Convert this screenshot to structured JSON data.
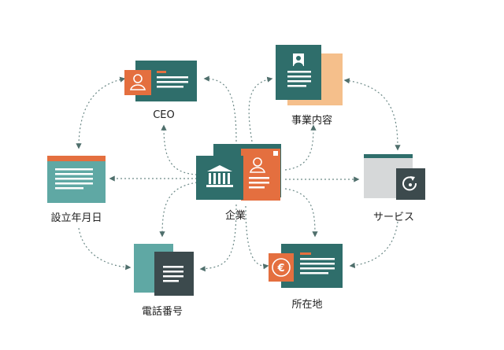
{
  "diagram": {
    "center": {
      "label": "企業"
    },
    "nodes": [
      {
        "id": "ceo",
        "label": "CEO",
        "icon": "profile-card-icon"
      },
      {
        "id": "business",
        "label": "事業内容",
        "icon": "profile-document-icon"
      },
      {
        "id": "founded",
        "label": "設立年月日",
        "icon": "document-lines-icon"
      },
      {
        "id": "services",
        "label": "サービス",
        "icon": "refresh-cycle-icon"
      },
      {
        "id": "phone",
        "label": "電話番号",
        "icon": "document-lines-icon"
      },
      {
        "id": "address",
        "label": "所在地",
        "icon": "euro-coin-icon"
      }
    ],
    "center_icons": [
      "bank-building-icon",
      "profile-card-icon"
    ]
  },
  "colors": {
    "teal": "#2f6e6b",
    "teal_light": "#5fa8a4",
    "orange": "#e46f3f",
    "peach": "#f5bf8b",
    "gray": "#d6d8d9",
    "dark": "#3c4a4d",
    "line": "#6d8a88"
  }
}
